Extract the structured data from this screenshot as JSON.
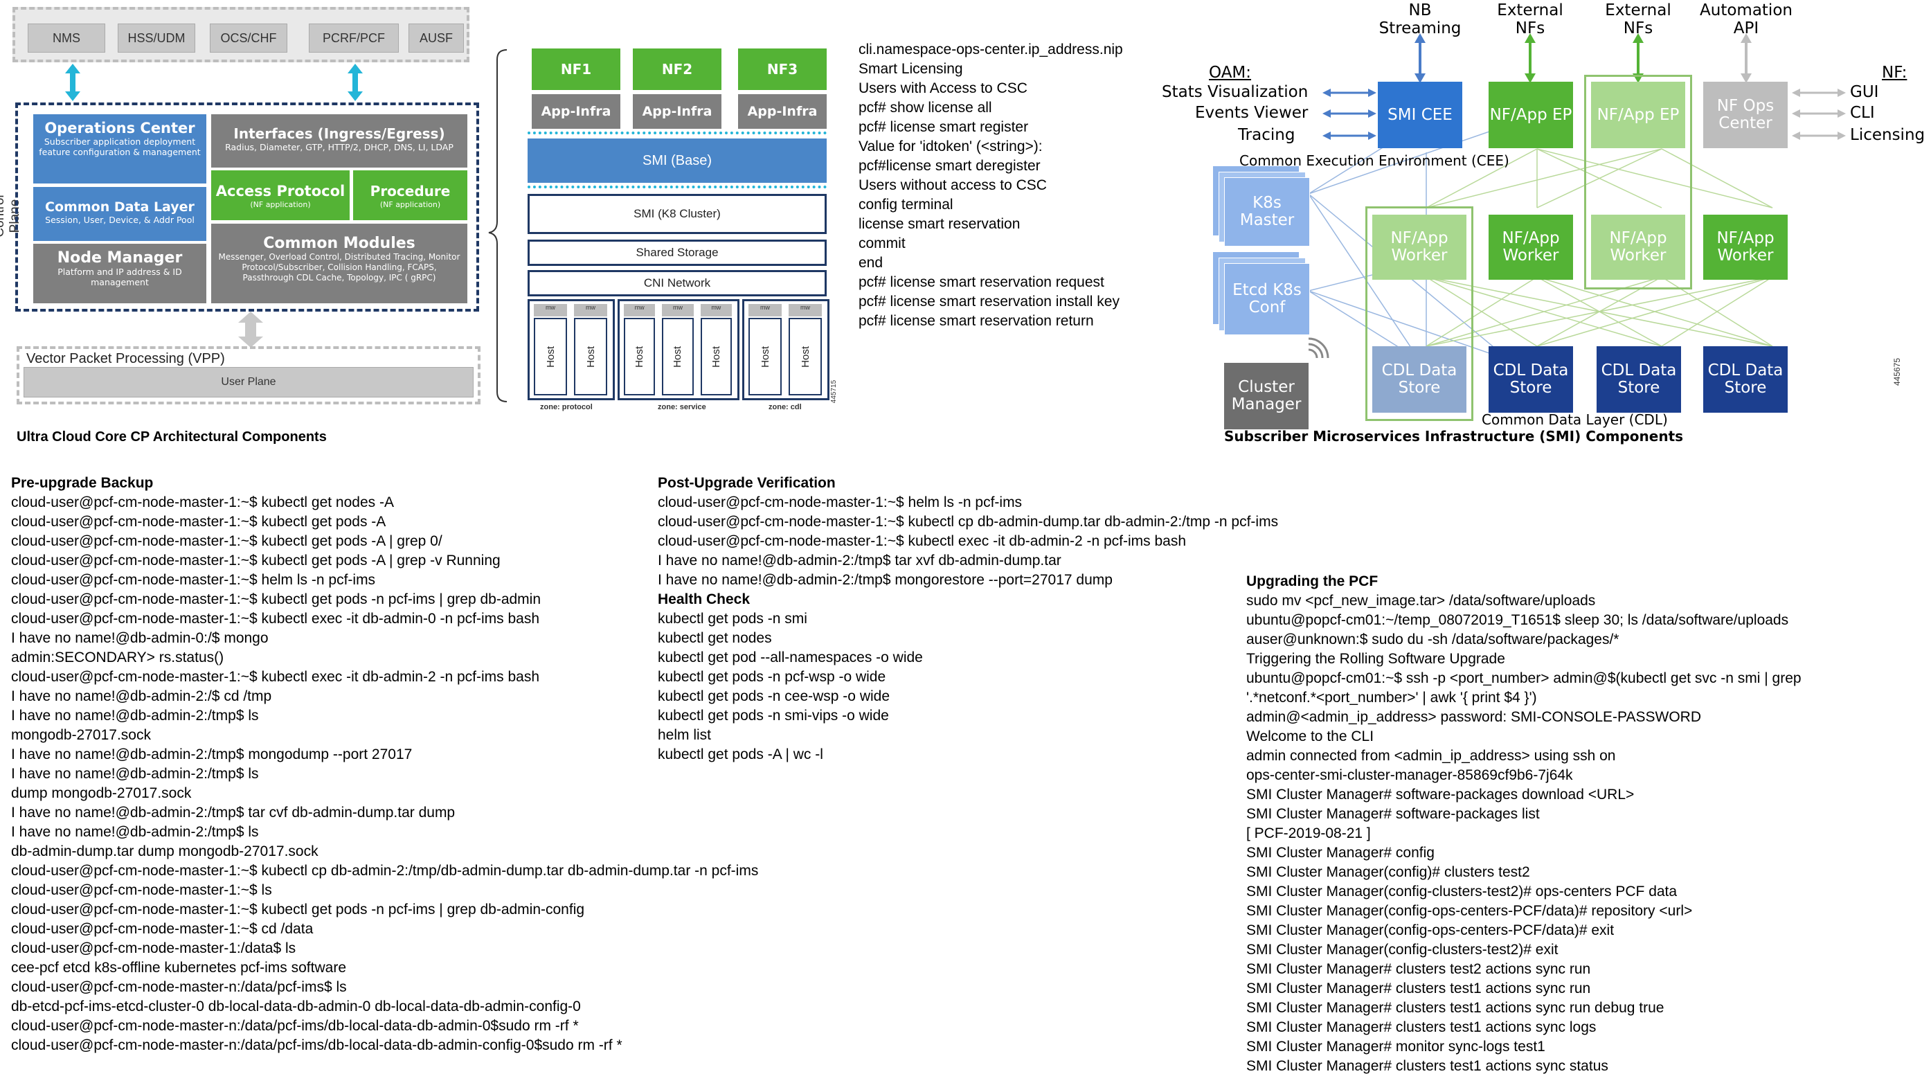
{
  "arch": {
    "top_boxes": [
      "NMS",
      "HSS/UDM",
      "OCS/CHF",
      "PCRF/PCF",
      "AUSF"
    ],
    "control_plane_label": "Control Plane",
    "ops_center": {
      "title": "Operations Center",
      "desc": "Subscriber application deployment feature configuration & management"
    },
    "common_data_layer": {
      "title": "Common Data Layer",
      "desc": "Session, User, Device, & Addr Pool"
    },
    "node_manager": {
      "title": "Node Manager",
      "desc": "Platform and IP address & ID management"
    },
    "interfaces": {
      "title": "Interfaces (Ingress/Egress)",
      "desc": "Radius, Diameter, GTP, HTTP/2, DHCP, DNS, LI, LDAP"
    },
    "access_protocol": {
      "title": "Access Protocol",
      "desc": "(NF application)"
    },
    "procedure": {
      "title": "Procedure",
      "desc": "(NF application)"
    },
    "common_modules": {
      "title": "Common Modules",
      "desc": "Messenger, Overload Control, Distributed Tracing, Monitor Protocol/Subscriber, Collision Handling, FCAPS, Passthrough CDL Cache, Topology, IPC ( gRPC)"
    },
    "vpp": {
      "title": "Vector Packet Processing (VPP)",
      "subtitle": "User Plane"
    },
    "caption": "Ultra Cloud Core CP Architectural Components"
  },
  "stack": {
    "nfs": [
      "NF1",
      "NF2",
      "NF3"
    ],
    "app_infra": "App-Infra",
    "smi_base": "SMI (Base)",
    "smi_k8": "SMI (K8 Cluster)",
    "shared_storage": "Shared Storage",
    "cni_network": "CNI Network",
    "host": "Host",
    "mw": "mw",
    "zones": [
      "zone: protocol",
      "zone: service",
      "zone: cdl"
    ],
    "fig_id": "445715"
  },
  "cli_list": [
    "cli.namespace-ops-center.ip_address.nip",
    "Smart Licensing",
    "Users with Access to CSC",
    "pcf# show license all",
    "pcf# license smart register",
    "Value for 'idtoken' (<string>):",
    "pcf#license smart deregister",
    "Users without access to CSC",
    "config terminal",
    "license smart reservation",
    "commit",
    "end",
    "pcf# license smart reservation request",
    "pcf# license smart reservation install key",
    "pcf# license smart reservation return"
  ],
  "smi": {
    "top_labels": [
      "NB Streaming",
      "External NFs",
      "External NFs",
      "Automation API"
    ],
    "oam_title": "OAM:",
    "oam_items": [
      "Stats Visualization",
      "Events Viewer",
      "Tracing"
    ],
    "nf_title": "NF:",
    "nf_items": [
      "GUI",
      "CLI",
      "Licensing"
    ],
    "cee": "SMI CEE",
    "nf_app_ep": "NF/App EP",
    "nf_ops_center": "NF Ops Center",
    "cee_caption": "Common Execution Environment (CEE)",
    "k8s_master": "K8s Master",
    "etcd": "Etcd K8s Conf",
    "worker": "NF/App Worker",
    "cluster_manager": "Cluster Manager",
    "cdl": "CDL Data Store",
    "cdl_caption": "Common Data Layer (CDL)",
    "caption": "Subscriber Microservices Infrastructure (SMI) Components",
    "fig_id": "445675"
  },
  "pre_upgrade": {
    "title": "Pre-upgrade Backup",
    "lines": [
      "cloud-user@pcf-cm-node-master-1:~$ kubectl get nodes -A",
      "cloud-user@pcf-cm-node-master-1:~$ kubectl get pods -A",
      "cloud-user@pcf-cm-node-master-1:~$ kubectl get pods -A | grep 0/",
      "cloud-user@pcf-cm-node-master-1:~$ kubectl get pods -A | grep -v Running",
      "cloud-user@pcf-cm-node-master-1:~$ helm ls -n pcf-ims",
      "cloud-user@pcf-cm-node-master-1:~$ kubectl get pods -n pcf-ims | grep db-admin",
      "cloud-user@pcf-cm-node-master-1:~$ kubectl exec -it db-admin-0 -n pcf-ims bash",
      "I have no name!@db-admin-0:/$ mongo",
      "admin:SECONDARY> rs.status()",
      "cloud-user@pcf-cm-node-master-1:~$ kubectl exec -it db-admin-2 -n pcf-ims bash",
      "I have no name!@db-admin-2:/$ cd /tmp",
      "I have no name!@db-admin-2:/tmp$ ls",
      "mongodb-27017.sock",
      "I have no name!@db-admin-2:/tmp$ mongodump --port 27017",
      "I have no name!@db-admin-2:/tmp$ ls",
      "dump mongodb-27017.sock",
      "I have no name!@db-admin-2:/tmp$ tar cvf db-admin-dump.tar dump",
      "I have no name!@db-admin-2:/tmp$ ls",
      "db-admin-dump.tar dump mongodb-27017.sock",
      "cloud-user@pcf-cm-node-master-1:~$ kubectl cp db-admin-2:/tmp/db-admin-dump.tar db-admin-dump.tar -n pcf-ims",
      "cloud-user@pcf-cm-node-master-1:~$ ls",
      "cloud-user@pcf-cm-node-master-1:~$ kubectl get pods -n pcf-ims | grep db-admin-config",
      "cloud-user@pcf-cm-node-master-1:~$ cd /data",
      "cloud-user@pcf-cm-node-master-1:/data$ ls",
      "cee-pcf etcd k8s-offline kubernetes pcf-ims software",
      "cloud-user@pcf-cm-node-master-n:/data/pcf-ims$ ls",
      "db-etcd-pcf-ims-etcd-cluster-0 db-local-data-db-admin-0 db-local-data-db-admin-config-0",
      "cloud-user@pcf-cm-node-master-n:/data/pcf-ims/db-local-data-db-admin-0$sudo rm -rf *",
      "cloud-user@pcf-cm-node-master-n:/data/pcf-ims/db-local-data-db-admin-config-0$sudo rm -rf *"
    ]
  },
  "post_upgrade": {
    "title": "Post-Upgrade Verification",
    "lines": [
      "cloud-user@pcf-cm-node-master-1:~$ helm ls -n pcf-ims",
      "cloud-user@pcf-cm-node-master-1:~$ kubectl cp db-admin-dump.tar db-admin-2:/tmp -n pcf-ims",
      "cloud-user@pcf-cm-node-master-1:~$ kubectl exec -it db-admin-2 -n pcf-ims bash",
      "I have no name!@db-admin-2:/tmp$ tar xvf db-admin-dump.tar",
      "I have no name!@db-admin-2:/tmp$ mongorestore --port=27017 dump"
    ],
    "health_title": "Health Check",
    "health_lines": [
      "kubectl get pods -n smi",
      "kubectl get nodes",
      "kubectl get pod --all-namespaces -o wide",
      "kubectl get pods -n pcf-wsp -o wide",
      "kubectl get pods -n cee-wsp -o wide",
      "kubectl get pods -n smi-vips -o wide",
      "helm list",
      "kubectl get pods -A | wc -l"
    ]
  },
  "upgrading": {
    "title": "Upgrading the PCF",
    "lines": [
      "sudo mv <pcf_new_image.tar> /data/software/uploads",
      "ubuntu@popcf-cm01:~/temp_08072019_T1651$ sleep 30; ls /data/software/uploads",
      "auser@unknown:$ sudo du -sh /data/software/packages/*",
      "Triggering the Rolling Software Upgrade",
      "ubuntu@popcf-cm01:~$ ssh -p <port_number> admin@$(kubectl get svc -n smi | grep",
      "'.*netconf.*<port_number>' | awk '{ print $4 }')",
      "admin@<admin_ip_address> password: SMI-CONSOLE-PASSWORD",
      "Welcome to the CLI",
      "admin connected from <admin_ip_address> using ssh on",
      "ops-center-smi-cluster-manager-85869cf9b6-7j64k",
      "SMI Cluster Manager# software-packages download <URL>",
      "SMI Cluster Manager# software-packages list",
      "[ PCF-2019-08-21 ]",
      "SMI Cluster Manager# config",
      "SMI Cluster Manager(config)# clusters test2",
      "SMI Cluster Manager(config-clusters-test2)# ops-centers PCF data",
      "SMI Cluster Manager(config-ops-centers-PCF/data)# repository <url>",
      "SMI Cluster Manager(config-ops-centers-PCF/data)# exit",
      "SMI Cluster Manager(config-clusters-test2)# exit",
      "SMI Cluster Manager# clusters test2 actions sync run",
      "SMI Cluster Manager# clusters test1 actions sync run",
      "SMI Cluster Manager# clusters test1 actions sync run debug true",
      "SMI Cluster Manager# clusters test1 actions sync logs",
      "SMI Cluster Manager# monitor sync-logs test1",
      "SMI Cluster Manager# clusters test1 actions sync status"
    ]
  }
}
